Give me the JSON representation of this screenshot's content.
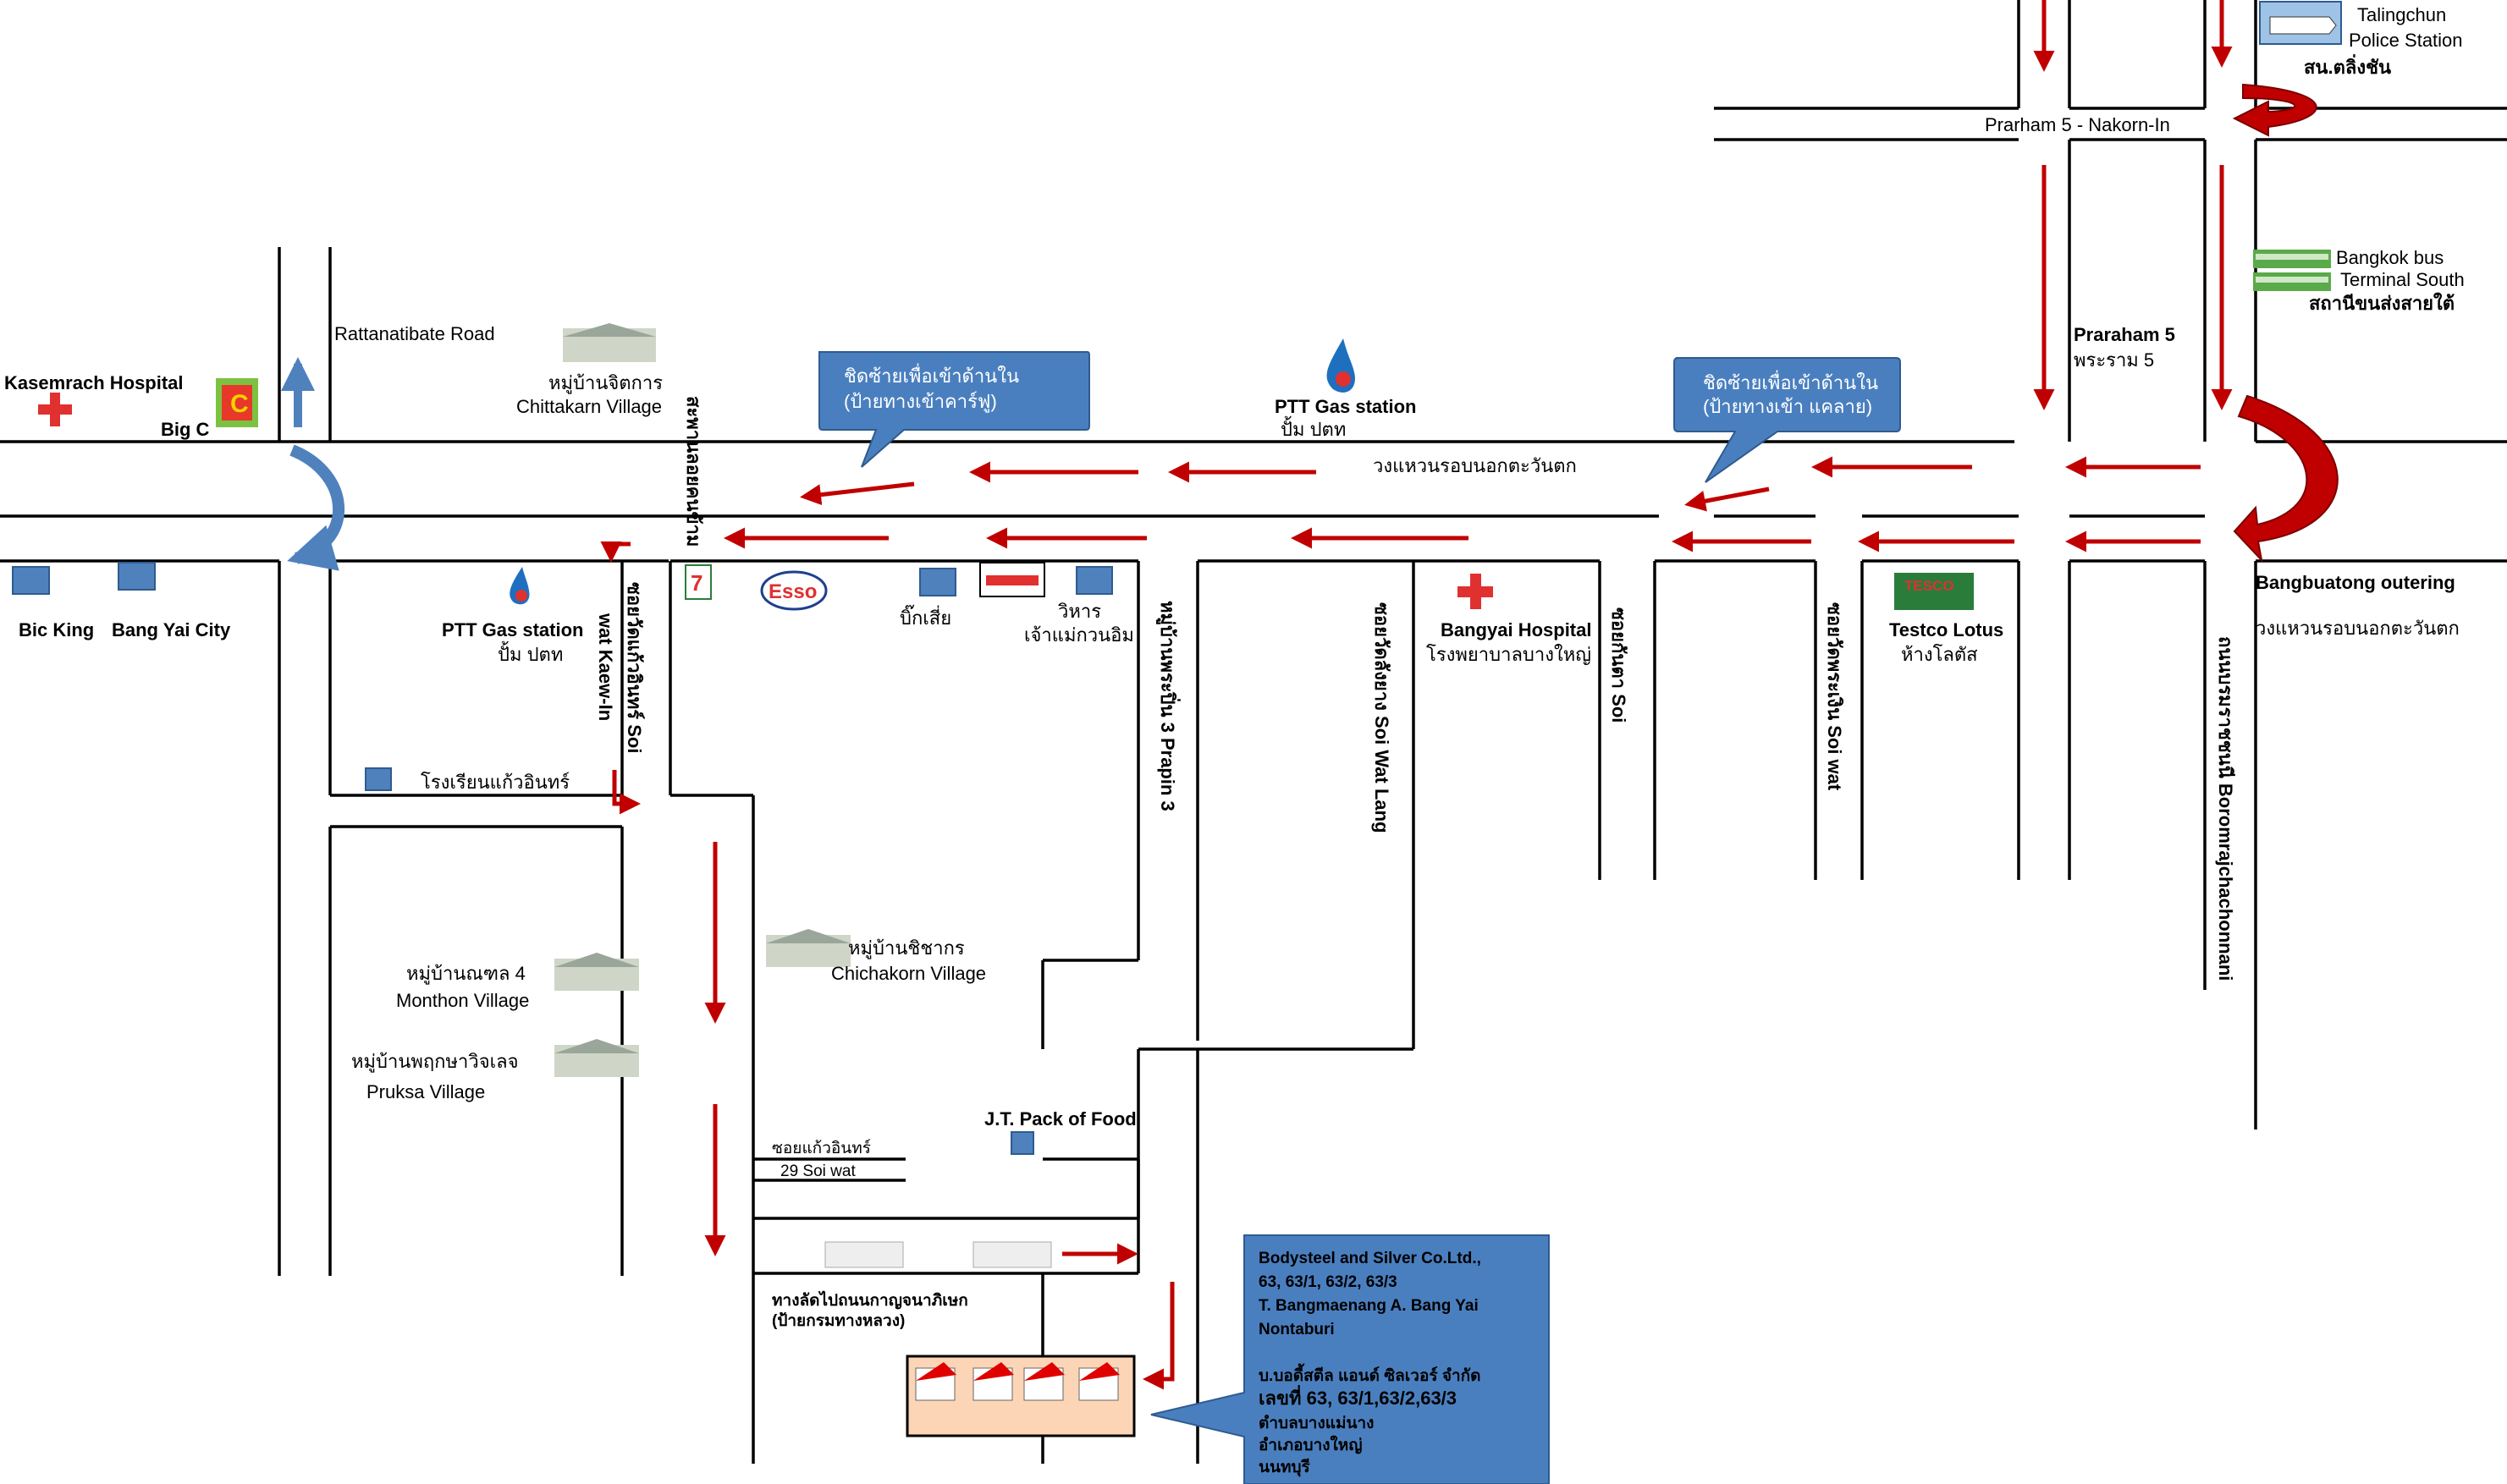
{
  "colors": {
    "road": "#000000",
    "arrow": "#c00000",
    "callout": "#4a7fbf",
    "shop": "#4f81bd",
    "factory": "#fbd5b5"
  },
  "labels": {
    "kasemrach": "Kasemrach Hospital",
    "bigc": "Big C",
    "bigc_logo": "C",
    "rattanatibate": "Rattanatibate Road",
    "chittakarn_th": "หมู่บ้านจิตการ",
    "chittakarn_en": "Chittakarn Village",
    "bridge": "สะพานลอยคนข้าม",
    "ptt1_en": "PTT Gas station",
    "ptt1_th": "ปั้ม  ปตท",
    "ring_road": "วงแหวนรอบนอกตะวันตก",
    "callout1_l1": "ชิดซ้ายเพื่อเข้าด้านใน",
    "callout1_l2": "(ป้ายทางเข้าคาร์ฟู)",
    "callout2_l1": "ชิดซ้ายเพื่อเข้าด้านใน",
    "callout2_l2": "(ป้ายทางเข้า แคลาย)",
    "talingchun_l1": "Talingchun",
    "talingchun_l2": "Police  Station",
    "talingchun_th": "สน.ตลิ่งชัน",
    "praraham_road": "Prarham 5 - Nakorn-In",
    "busterm_l1": "Bangkok bus",
    "busterm_l2": "Terminal South",
    "busterm_th": "สถานีขนส่งสายใต้",
    "praraham5_en": "Praraham 5",
    "praraham5_th": "พระราม   5",
    "bangbuatong_en": "Bangbuatong outering",
    "bangbuatong_th": "วงแหวนรอบนอกตะวันตก",
    "boromrajchonnani": "ถนนบรมราชชนนี Boromrajchachonnani",
    "bicking": "Bic King",
    "bangyaicity": "Bang Yai City",
    "ptt2_en": "PTT Gas station",
    "ptt2_th": "ปั้ม  ปตท",
    "school": "โรงเรียนแก้วอินทร์",
    "soi_kaewin": "ซอยวัดแก้วอินทร์  Soi",
    "soi_kaewin2": "wat Kaew-In",
    "seven": "7",
    "esso": "Esso",
    "bigsia": "บิ๊กเสี่ย",
    "wihan_l1": "วิหาร",
    "wihan_l2": "เจ้าแม่กวนอิม",
    "prapin3": "หมู่บ้านพระปิ่น 3 Prapin 3",
    "soi_watlang": "ซอยวัดลังยาง   Soi Wat Lang",
    "bangyai_hosp_en": "Bangyai Hospital",
    "bangyai_hosp_th": "โรงพยาบาลบางใหญ่",
    "soi_kanta": "ซอยกันตา  Soi",
    "soi_watpraphun": "ซอยวัดพระเงิน Soi wat",
    "tesco_en": "Testco Lotus",
    "tesco_th": "ห้างโลตัส",
    "tesco_logo": "TESCO",
    "chichakorn_th": "หมู่บ้านชิชากร",
    "chichakorn_en": "Chichakorn Village",
    "monthon_th": "หมู่บ้านณฑล     4",
    "monthon_en": "Monthon Village",
    "pruksa_th": "หมู่บ้านพฤกษาวิจเลจ",
    "pruksa_en": "Pruksa Village",
    "jt_pack": "J.T. Pack of Food",
    "soi29_th": "ซอยแก้วอินทร์",
    "soi29_en": "29  Soi wat",
    "shortcut_l1": "ทางลัดไปถนนกาญจนาภิเษก",
    "shortcut_l2": "(ป้ายกรมทางหลวง)",
    "company_l1": "Bodysteel and Silver Co.Ltd.,",
    "company_l2": "63, 63/1, 63/2, 63/3",
    "company_l3": "T. Bangmaenang  A. Bang Yai",
    "company_l4": "Nontaburi",
    "company_l5": "บ.บอดี้สตีล แอนด์ ซิลเวอร์ จำกัด",
    "company_l6": "เลขที่ 63, 63/1,63/2,63/3",
    "company_l7": "ตำบลบางแม่นาง",
    "company_l8": "อำเภอบางใหญ่",
    "company_l9": "นนทบุรี"
  }
}
